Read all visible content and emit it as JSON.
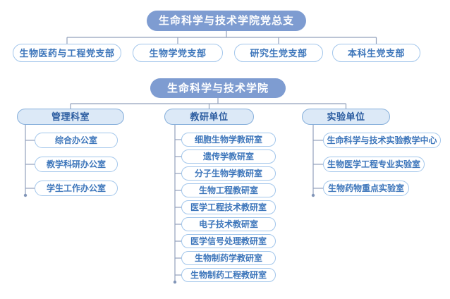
{
  "charts": [
    {
      "id": "party",
      "root": {
        "label": "生命科学与技术学院党总支"
      },
      "children": [
        {
          "label": "生物医药与工程党支部"
        },
        {
          "label": "生物学党支部"
        },
        {
          "label": "研究生党支部"
        },
        {
          "label": "本科生党支部"
        }
      ]
    },
    {
      "id": "college",
      "root": {
        "label": "生命科学与技术学院"
      },
      "groups": [
        {
          "label": "管理科室",
          "children": [
            "综合办公室",
            "教学科研办公室",
            "学生工作办公室"
          ]
        },
        {
          "label": "教研单位",
          "children": [
            "细胞生物学教研室",
            "遗传学教研室",
            "分子生物学教研室",
            "生物工程教研室",
            "医学工程技术教研室",
            "电子技术教研室",
            "医学信号处理教研室",
            "生物制药学教研室",
            "生物制药工程教研室"
          ]
        },
        {
          "label": "实验单位",
          "children": [
            "生命科学与技术实验教学中心",
            "生物医学工程专业实验室",
            "生物药物重点实验室"
          ]
        }
      ]
    }
  ],
  "colors": {
    "solid_pill_fill": "#7E9CD1",
    "solid_pill_text": "#FFFFFF",
    "group_pill_fill": "#DCE9F7",
    "group_pill_border": "#86AFDB",
    "group_pill_text": "#2B5CA0",
    "leaf_pill_fill": "#FFFFFF",
    "leaf_pill_border": "#A2C6EB",
    "leaf_pill_text": "#3D76BB",
    "connector": "#92A1BC",
    "connector_dot": "#8195B8",
    "background": "#FFFFFF"
  }
}
